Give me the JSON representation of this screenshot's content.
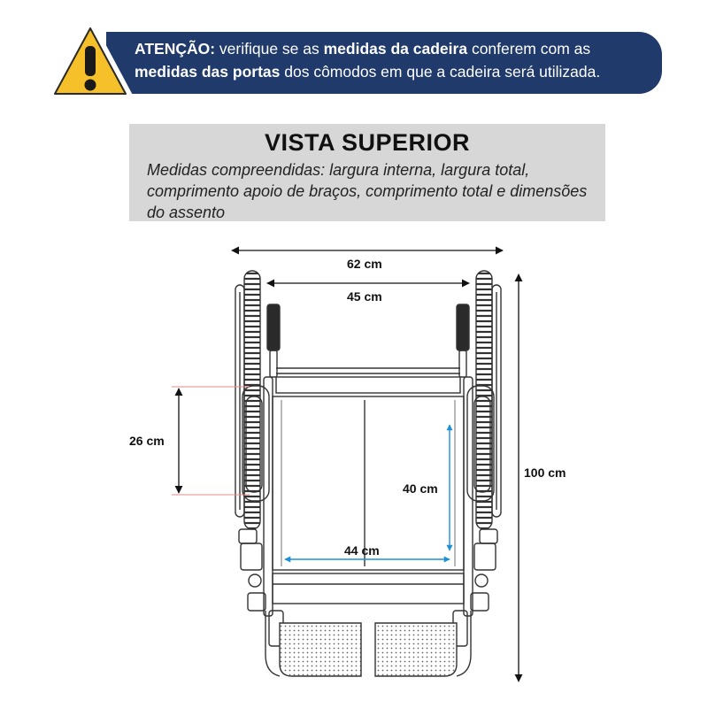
{
  "warning": {
    "lead": "ATENÇÃO:",
    "part1": " verifique se as ",
    "bold1": "medidas da cadeira",
    "part2": " conferem com as ",
    "bold2": "medidas das portas",
    "part3": " dos cômodos em que a cadeira será utilizada."
  },
  "info": {
    "title": "VISTA SUPERIOR",
    "description": "Medidas compreendidas: largura interna, largura total, comprimento apoio de braços, comprimento total e dimensões do assento"
  },
  "dimensions": {
    "total_width": "62 cm",
    "internal_width": "45 cm",
    "armrest_length": "26 cm",
    "seat_depth": "40 cm",
    "total_length": "100 cm",
    "seat_width": "44 cm"
  },
  "colors": {
    "banner": "#1f3a6b",
    "warning_yellow": "#f5c02a",
    "accent_arrow": "#1e90d6",
    "guide_line": "#e58a8a",
    "panel": "#d7d7d7"
  },
  "icons": [
    "warning-triangle-icon"
  ]
}
